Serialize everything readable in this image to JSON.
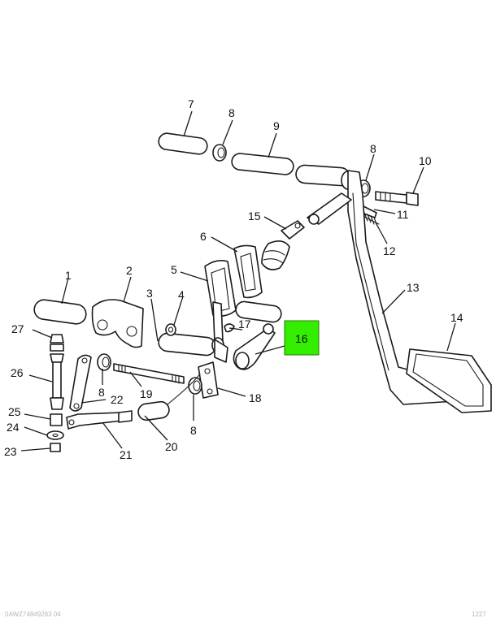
{
  "callouts": [
    "1",
    "2",
    "3",
    "4",
    "5",
    "6",
    "7",
    "8",
    "8",
    "8",
    "8",
    "9",
    "10",
    "11",
    "12",
    "13",
    "14",
    "15",
    "16",
    "17",
    "18",
    "19",
    "20",
    "21",
    "22",
    "23",
    "24",
    "25",
    "26",
    "27"
  ],
  "highlight": {
    "label": "16",
    "color": "#33ee00"
  },
  "footer": {
    "left": "0AWZ74849283 04",
    "right": "1227"
  }
}
